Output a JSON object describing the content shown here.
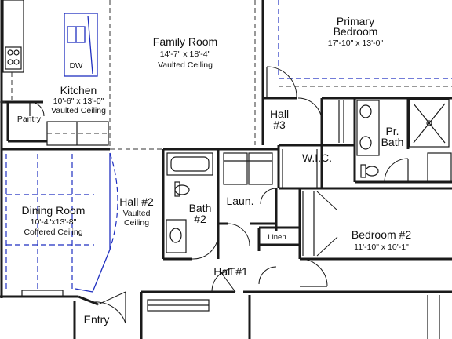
{
  "rooms": {
    "family_room": {
      "name": "Family Room",
      "dims": "14'-7\" x 18'-4\"",
      "ceiling": "Vaulted Ceiling"
    },
    "primary_bedroom": {
      "name_line1": "Primary",
      "name_line2": "Bedroom",
      "dims": "17'-10\" x 13'-0\""
    },
    "kitchen": {
      "name": "Kitchen",
      "dims": "10'-6\" x 13'-0\"",
      "ceiling": "Vaulted Ceiling"
    },
    "pantry": {
      "name": "Pantry"
    },
    "hall3": {
      "line1": "Hall",
      "line2": "#3"
    },
    "pr_bath": {
      "line1": "Pr.",
      "line2": "Bath"
    },
    "wic": {
      "name": "W.I.C."
    },
    "dining_room": {
      "name": "Dining Room",
      "dims": "10'-4\"x13'-8\"",
      "ceiling": "Coffered Ceiling"
    },
    "hall2": {
      "name": "Hall #2",
      "ceiling_line1": "Vaulted",
      "ceiling_line2": "Ceiling"
    },
    "bath2": {
      "line1": "Bath",
      "line2": "#2"
    },
    "laundry": {
      "name": "Laun."
    },
    "linen": {
      "name": "Linen"
    },
    "bedroom2": {
      "name": "Bedroom #2",
      "dims": "11'-10\" x 10'-1\""
    },
    "hall1": {
      "name": "Hall #1"
    },
    "entry": {
      "name": "Entry"
    }
  },
  "fixtures": {
    "dishwasher": "DW"
  }
}
